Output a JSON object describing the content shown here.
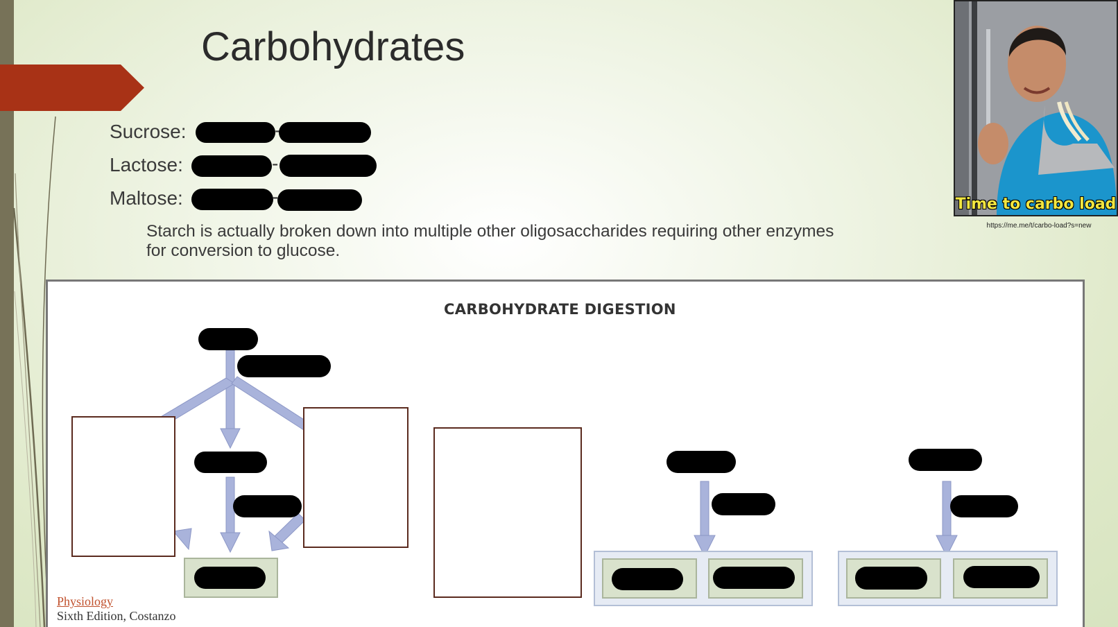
{
  "slide": {
    "title": "Carbohydrates",
    "accent_color": "#a83216",
    "sidebar_color": "#777258"
  },
  "disaccharides": [
    {
      "label": "Sucrose:",
      "separator": "-"
    },
    {
      "label": "Lactose:",
      "separator": "-"
    },
    {
      "label": "Maltose:",
      "separator": "-"
    }
  ],
  "note": "Starch is actually broken down into multiple other oligosaccharides requiring other enzymes for conversion to glucose.",
  "photo": {
    "caption": "Time to carbo load",
    "url": "https://me.me/t/carbo-load?s=new"
  },
  "diagram": {
    "title": "CARBOHYDRATE DIGESTION",
    "arrow_color": "#a9b3db",
    "redaction_color": "#000000"
  },
  "source": {
    "link": "Physiology",
    "edition": "Sixth Edition, Costanzo"
  }
}
